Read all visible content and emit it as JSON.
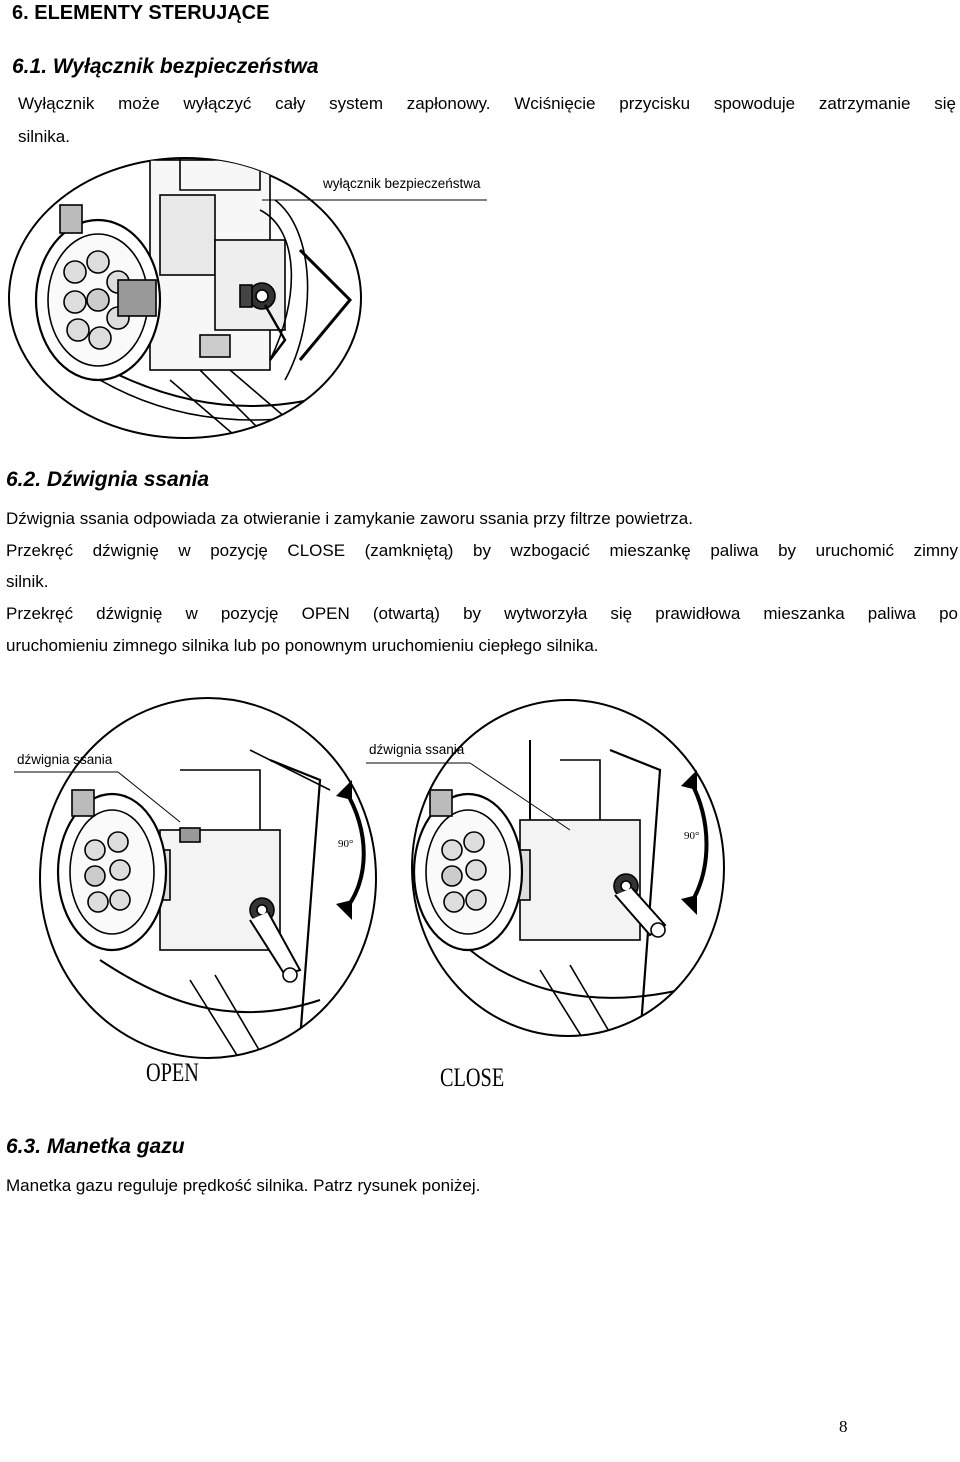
{
  "section6": {
    "title": "6.  ELEMENTY STERUJĄCE"
  },
  "section61": {
    "title": "6.1. Wyłącznik bezpieczeństwa",
    "line1": "Wyłącznik może wyłączyć cały system zapłonowy. Wciśnięcie przycisku spowoduje zatrzymanie się",
    "line2": "silnika.",
    "figure_label": "wyłącznik bezpieczeństwa"
  },
  "section62": {
    "title": "6.2. Dźwignia ssania",
    "line1": "Dźwignia ssania odpowiada za otwieranie i zamykanie zaworu ssania przy filtrze powietrza.",
    "line2": "Przekręć dźwignię w pozycję CLOSE (zamkniętą) by wzbogacić mieszankę paliwa by uruchomić zimny",
    "line3": "silnik.",
    "line4": "Przekręć dźwignię w pozycję OPEN (otwartą) by wytworzyła się prawidłowa mieszanka paliwa po",
    "line5": "uruchomieniu zimnego silnika lub po ponownym uruchomieniu ciepłego silnika.",
    "figure_left": {
      "label": "dźwignia ssania",
      "angle": "90°",
      "caption": "OPEN"
    },
    "figure_right": {
      "label": "dźwignia ssania",
      "angle": "90°",
      "caption": "CLOSE"
    }
  },
  "section63": {
    "title": "6.3. Manetka gazu",
    "line1": "Manetka gazu reguluje prędkość silnika. Patrz rysunek poniżej."
  },
  "page_number": "8"
}
